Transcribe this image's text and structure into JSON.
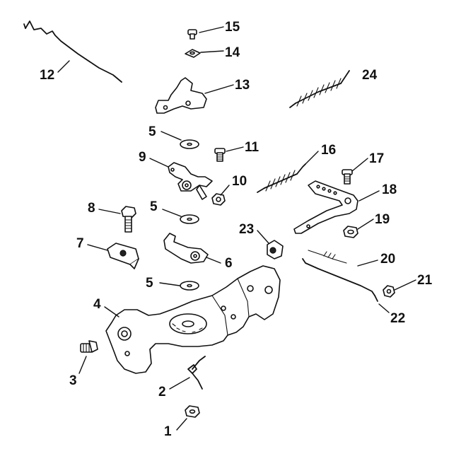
{
  "callouts": {
    "c1": "1",
    "c2": "2",
    "c3": "3",
    "c4": "4",
    "c5a": "5",
    "c5b": "5",
    "c5c": "5",
    "c6": "6",
    "c7": "7",
    "c8": "8",
    "c9": "9",
    "c10": "10",
    "c11": "11",
    "c12": "12",
    "c13": "13",
    "c14": "14",
    "c15": "15",
    "c16": "16",
    "c17": "17",
    "c18": "18",
    "c19": "19",
    "c20": "20",
    "c21": "21",
    "c22": "22",
    "c23": "23",
    "c24": "24"
  }
}
